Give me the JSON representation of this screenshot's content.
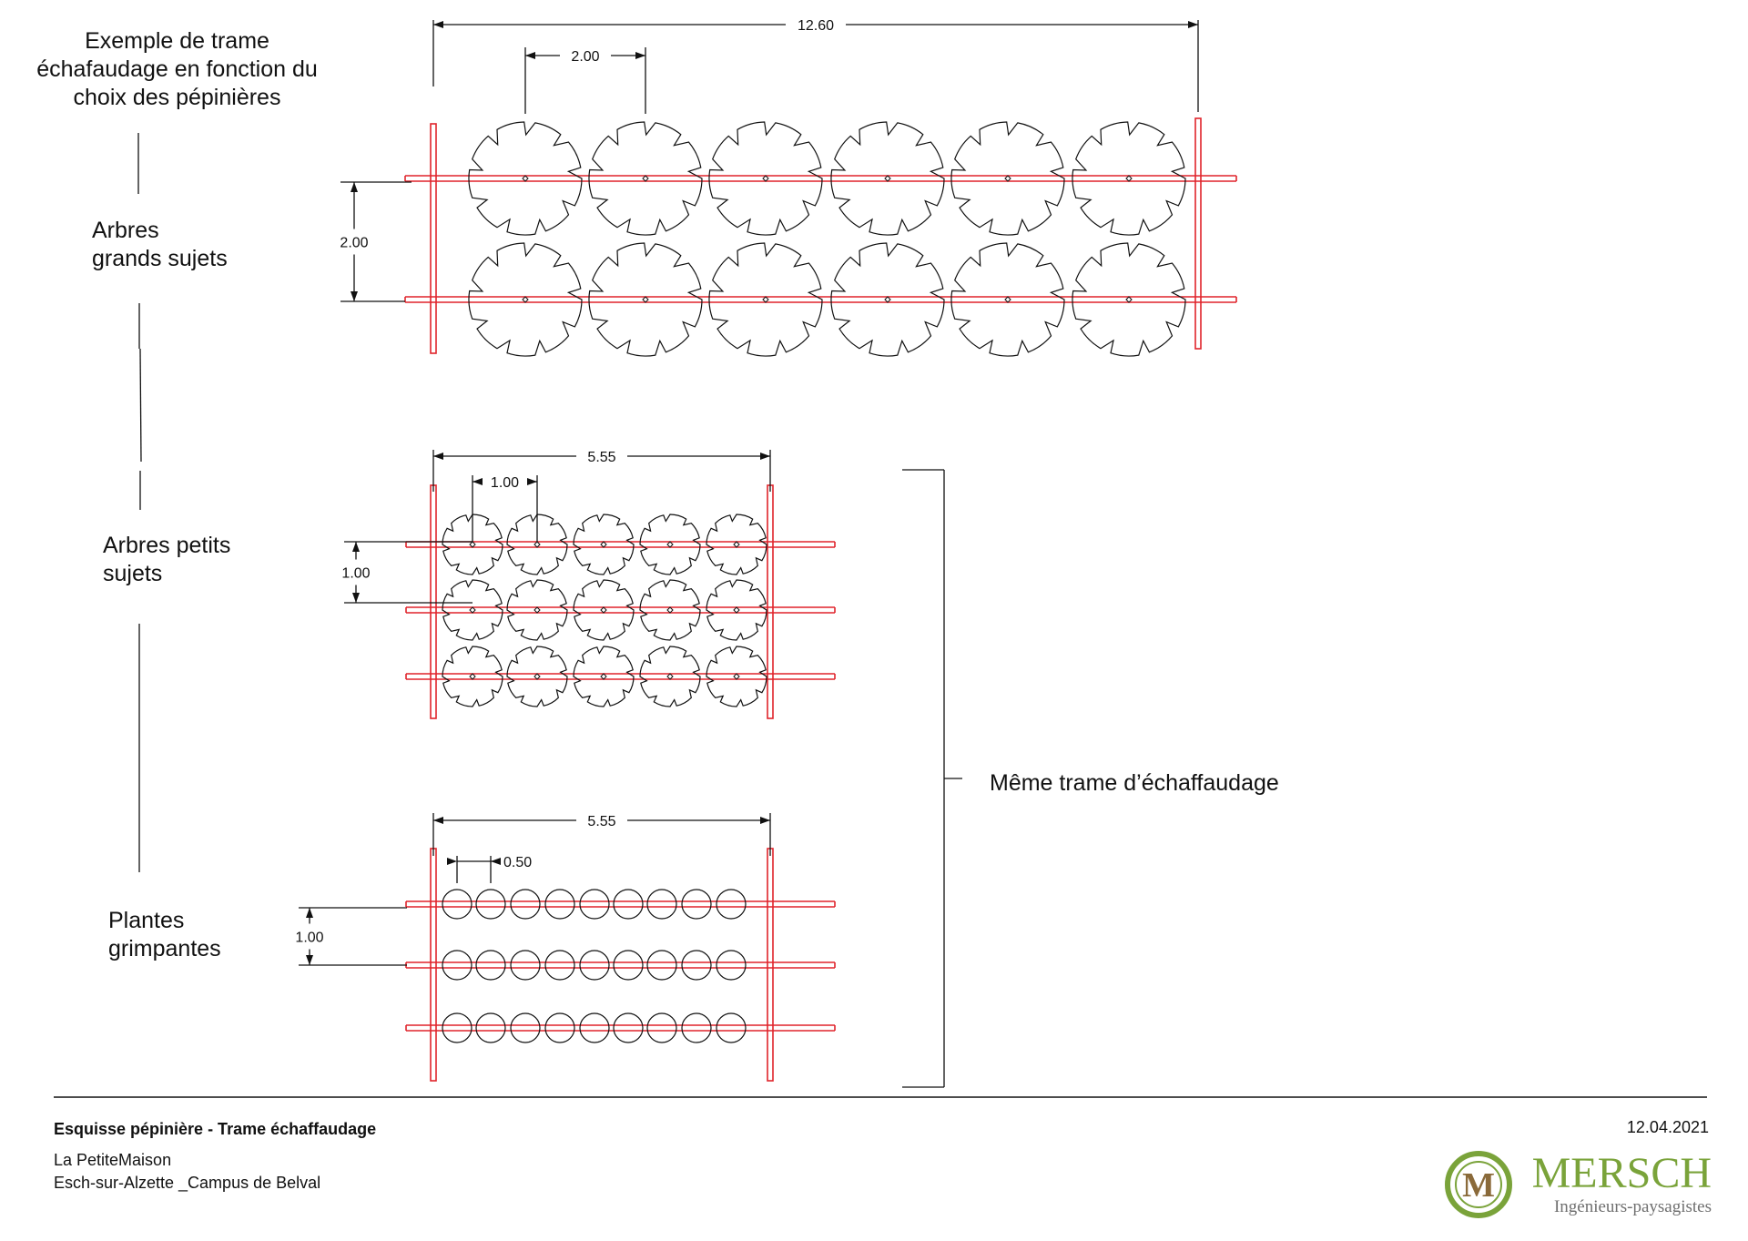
{
  "labels": {
    "intro": [
      "Exemple de trame",
      "échafaudage en fonction du",
      "choix des pépinières"
    ],
    "large_trees": [
      "Arbres",
      "grands sujets"
    ],
    "small_trees": [
      "Arbres petits",
      "sujets"
    ],
    "climbers": [
      "Plantes",
      "grimpantes"
    ],
    "same_grid": "Même trame d’échaffaudage"
  },
  "sections": {
    "large_trees": {
      "width": "12.60",
      "spacing": "2.00",
      "row_spacing": "2.00",
      "rows": 2,
      "cols": 6
    },
    "small_trees": {
      "width": "5.55",
      "spacing": "1.00",
      "row_spacing": "1.00",
      "rows": 3,
      "cols": 5
    },
    "climbers": {
      "width": "5.55",
      "spacing": "0.50",
      "row_spacing": "1.00",
      "rows": 3,
      "cols": 9
    }
  },
  "footer": {
    "title": "Esquisse pépinière - Trame échaffaudage",
    "date": "12.04.2021",
    "project": "La PetiteMaison",
    "location": "Esch-sur-Alzette _Campus de Belval"
  },
  "logo": {
    "letter": "M",
    "name": "MERSCH",
    "tagline": "Ingénieurs-paysagistes"
  },
  "colors": {
    "scaffold": "#e0242b",
    "ink": "#111111",
    "logo_green": "#7aa33a"
  }
}
